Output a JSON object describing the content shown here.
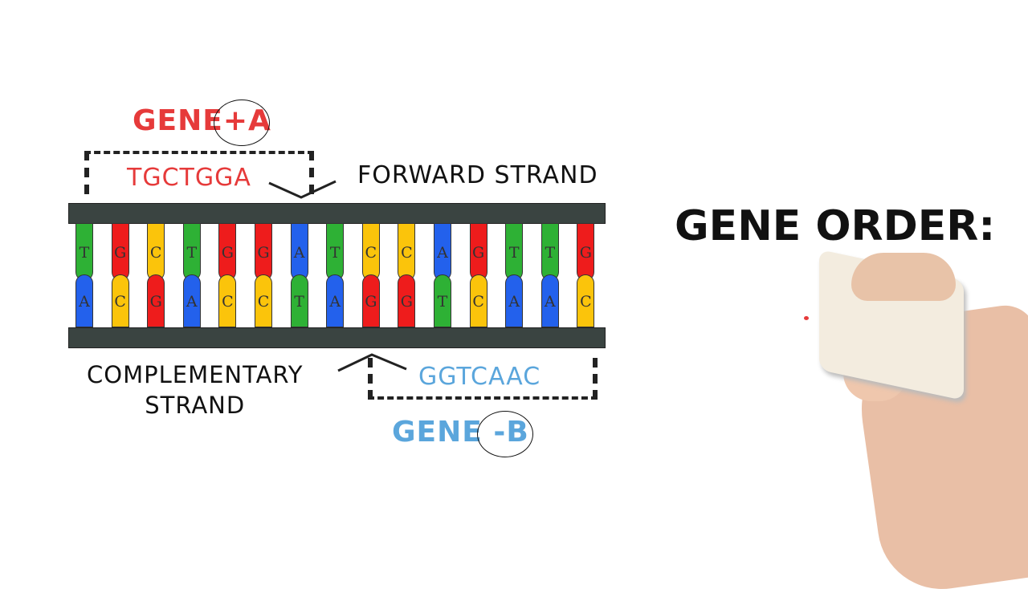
{
  "gene_a": {
    "label": "GENE",
    "sign": "+A",
    "sequence": "TGCTGGA",
    "color": "#e63a3a"
  },
  "gene_b": {
    "label": "GENE",
    "sign": "-B",
    "sequence": "GGTCAAC",
    "color": "#5ba6dc"
  },
  "forward_strand": "FORWARD STRAND",
  "complementary_strand": [
    "COMPLEMENTARY",
    "STRAND"
  ],
  "gene_order_title": "GENE ORDER:",
  "top_bases": [
    "T",
    "G",
    "C",
    "T",
    "G",
    "G",
    "A",
    "T",
    "C",
    "C",
    "A",
    "G",
    "T",
    "T",
    "G"
  ],
  "bottom_bases": [
    "A",
    "C",
    "G",
    "A",
    "C",
    "C",
    "T",
    "A",
    "G",
    "G",
    "T",
    "C",
    "A",
    "A",
    "C"
  ],
  "base_colors": {
    "T": "#2eb135",
    "G": "#ee1c1c",
    "C": "#fbc40b",
    "A": "#2361ec"
  }
}
